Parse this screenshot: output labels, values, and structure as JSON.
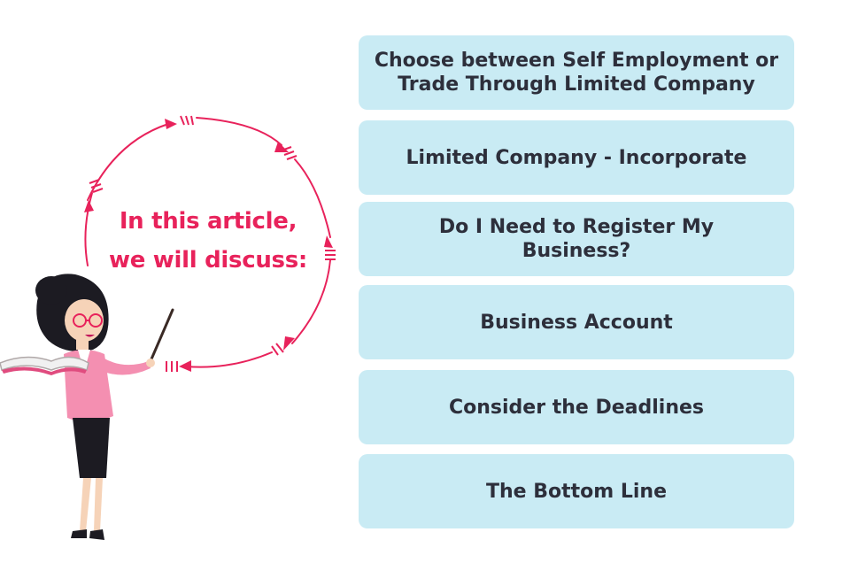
{
  "intro": {
    "line1": "In this article,",
    "line2": "we will discuss:"
  },
  "topics": [
    {
      "label": "Choose between Self Employment or Trade Through Limited Company"
    },
    {
      "label": "Limited Company - Incorporate"
    },
    {
      "label": "Do I Need to Register My Business?"
    },
    {
      "label": "Business Account"
    },
    {
      "label": "Consider the Deadlines"
    },
    {
      "label": "The Bottom Line"
    }
  ],
  "colors": {
    "accent": "#e8225b",
    "box": "#c9ebf4",
    "text": "#2d2f3b",
    "jacket": "#f48fb1"
  },
  "icons": {
    "arrows": "circular-arrows-icon",
    "teacher": "teacher-illustration"
  }
}
